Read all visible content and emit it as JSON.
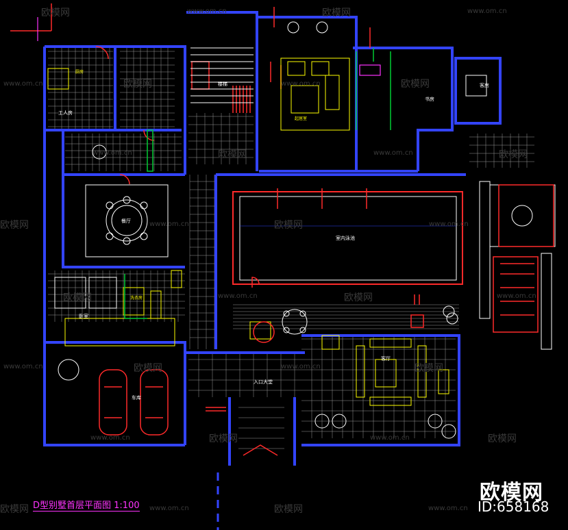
{
  "drawing": {
    "title": "D型别墅首层平面图  1:100",
    "colors": {
      "wall": "#3344ff",
      "red": "#ff2a2a",
      "yellow": "#ffff00",
      "white": "#ffffff",
      "green": "#00cc33",
      "grid": "#9a9a9a",
      "cyan": "#00ffff",
      "magenta": "#ff33ff"
    }
  },
  "watermark": {
    "brand_text": "欧模网",
    "url_text": "www.om.cn",
    "id_text": "ID:658168"
  },
  "rooms": {
    "pool": "室内泳池",
    "entrance": "入口大堂",
    "living": "客厅",
    "garage": "车库",
    "dining": "餐厅",
    "bedroom": "卧室",
    "kitchen": "厨房",
    "lounge": "起居室",
    "stair": "楼梯",
    "study": "书房",
    "worker": "工人房",
    "laundry": "洗衣房",
    "guest": "客房"
  }
}
